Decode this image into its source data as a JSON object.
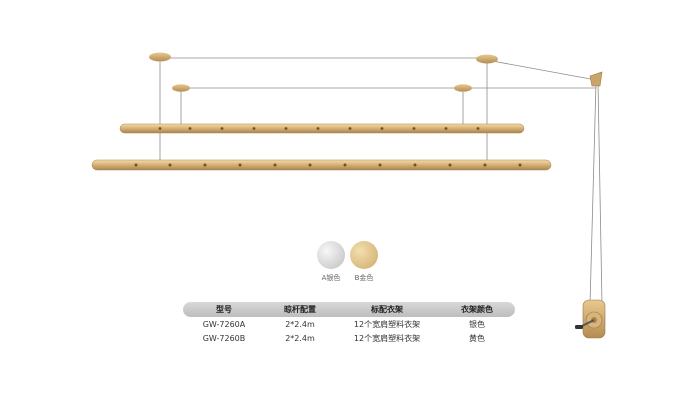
{
  "colors": {
    "rod": "#d9b47a",
    "rod_dark": "#b08a52",
    "cable": "#8c8c8c",
    "swatch_silver": "#d0d0d0",
    "swatch_gold": "#d8ba7e",
    "table_header": "#c8c8c8"
  },
  "swatches": [
    {
      "label": "A银色"
    },
    {
      "label": "B金色"
    }
  ],
  "table": {
    "headers": [
      "型号",
      "晾杆配置",
      "标配衣架",
      "衣架颜色"
    ],
    "rows": [
      [
        "GW-7260A",
        "2*2.4m",
        "12个宽肩塑料衣架",
        "银色"
      ],
      [
        "GW-7260B",
        "2*2.4m",
        "12个宽肩塑料衣架",
        "黄色"
      ]
    ]
  }
}
